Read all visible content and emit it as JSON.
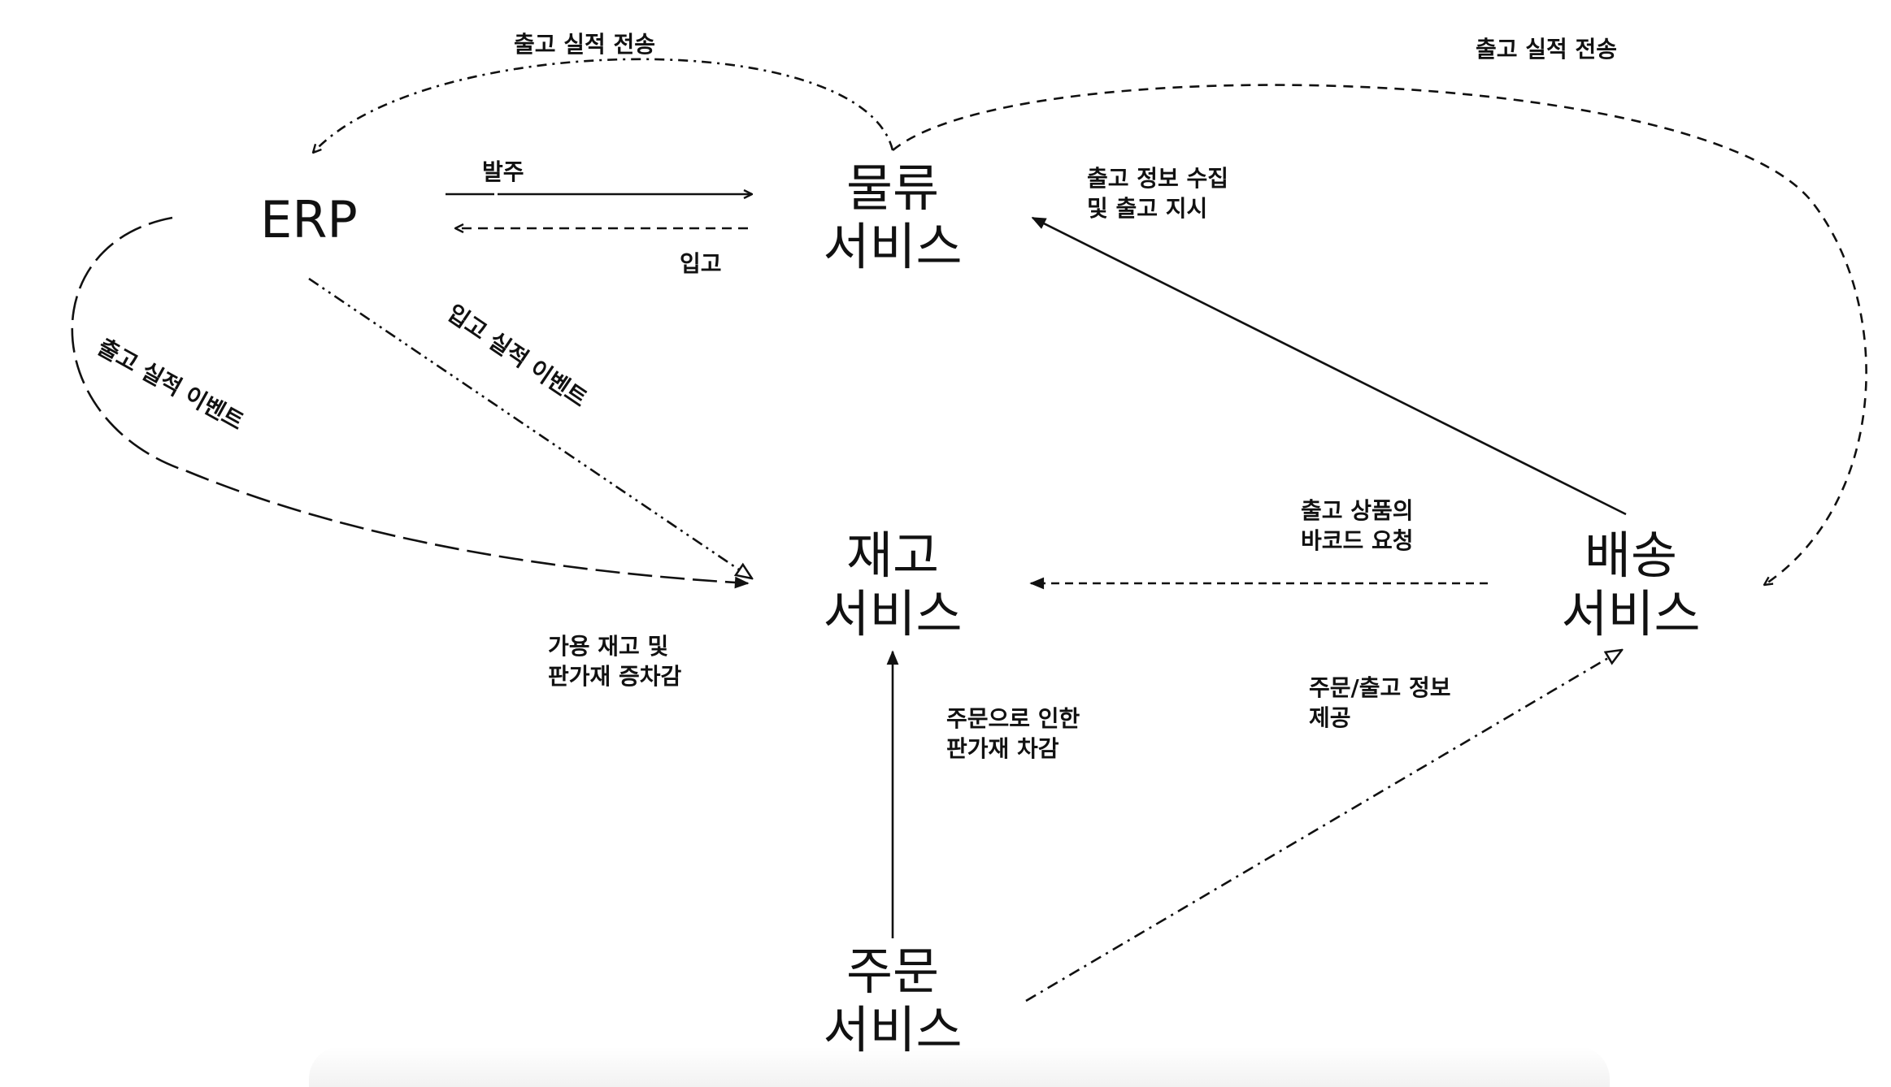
{
  "nodes": {
    "erp": "ERP",
    "logistics": [
      "물류",
      "서비스"
    ],
    "inventory": [
      "재고",
      "서비스"
    ],
    "delivery": [
      "배송",
      "서비스"
    ],
    "order": [
      "주문",
      "서비스"
    ]
  },
  "edge_labels": {
    "ship_result_left": "출고 실적 전송",
    "ship_result_right": "출고 실적 전송",
    "purchase_order": "발주",
    "receiving": "입고",
    "ship_info": [
      "출고 정보 수집",
      "및 출고 지시"
    ],
    "receive_event": "입고 실적 이벤트",
    "ship_event": "출고 실적 이벤트",
    "available_stock": [
      "가용 재고 및",
      "판가재 증차감"
    ],
    "barcode_request": [
      "출고 상품의",
      "바코드 요청"
    ],
    "order_deduct": [
      "주문으로 인한",
      "판가재 차감"
    ],
    "order_ship_info": [
      "주문/출고 정보",
      "제공"
    ]
  }
}
